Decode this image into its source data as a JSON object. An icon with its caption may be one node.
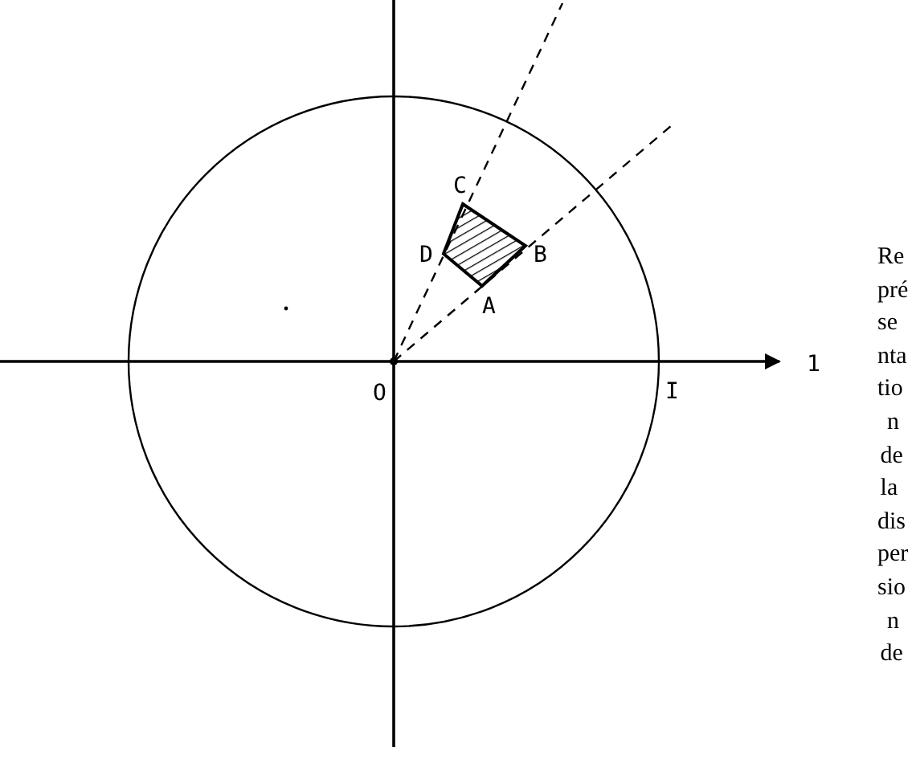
{
  "diagram": {
    "labels": [
      "C",
      "D",
      "B",
      "A",
      "O",
      "I",
      "1",
      "Re",
      "pré",
      "se",
      "nta",
      "tio",
      "n",
      "de",
      "la",
      "dis",
      "per",
      "sio",
      "n",
      "de"
    ]
  }
}
